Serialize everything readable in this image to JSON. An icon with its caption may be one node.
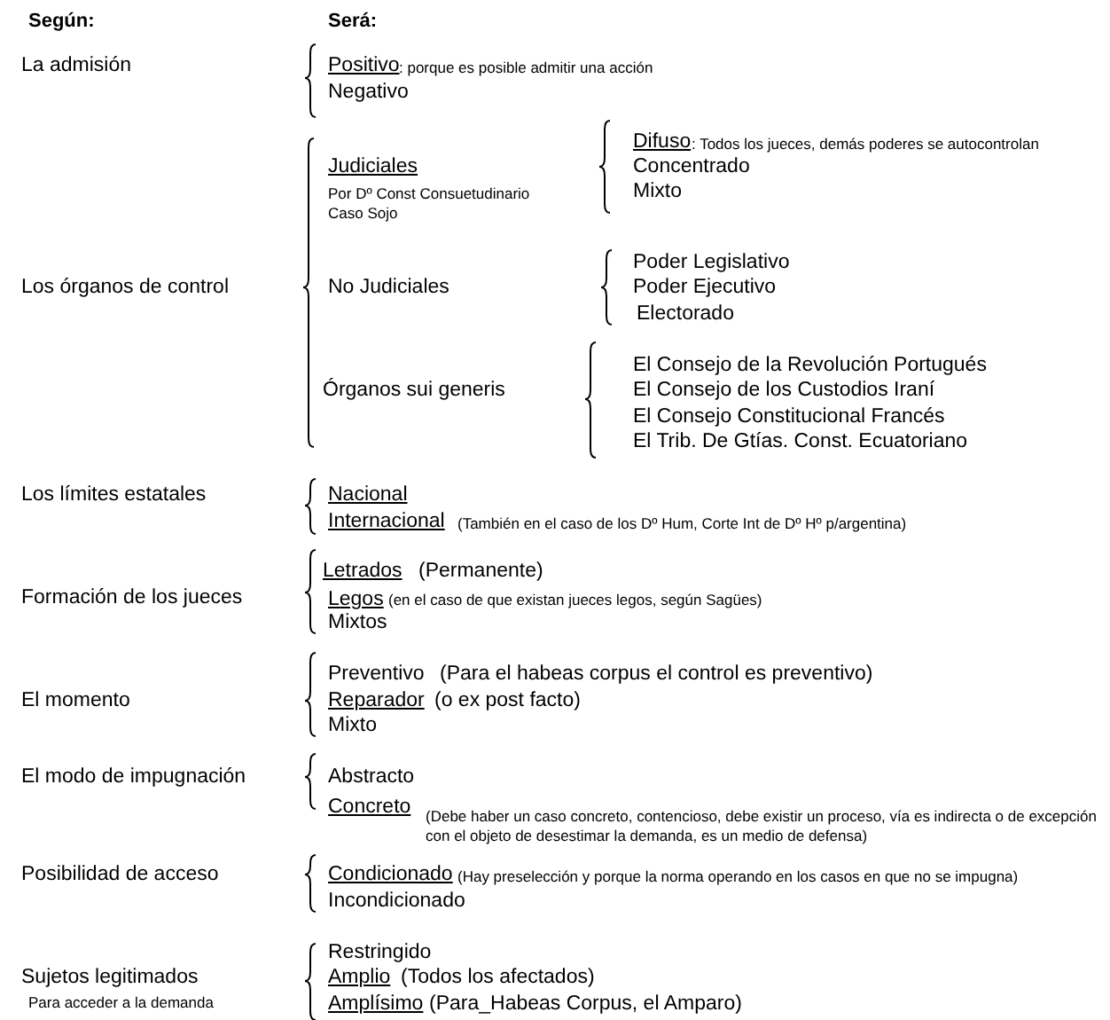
{
  "diagram": {
    "labels": [
      "Según:",
      "Será:",
      "La admisión",
      "Positivo",
      ": porque es posible admitir una acción",
      "Negativo",
      "Difuso",
      ": Todos los jueces, demás poderes se autocontrolan",
      "Judiciales",
      "Concentrado",
      "Por Dº Const Consuetudinario",
      "Mixto",
      "Caso Sojo",
      "Poder Legislativo",
      "Los órganos de control",
      "No Judiciales",
      "Poder Ejecutivo",
      "Electorado",
      "El Consejo de la Revolución Portugués",
      "Órganos sui generis",
      "El Consejo de los Custodios Iraní",
      "El Consejo Constitucional Francés",
      "El Trib. De Gtías. Const. Ecuatoriano",
      "Los límites estatales",
      "Nacional",
      "Internacional",
      "(También en el caso de los Dº Hum, Corte Int de Dº Hº p/argentina)",
      "Letrados",
      "(Permanente)",
      "Formación de los jueces",
      "Legos",
      "(en el caso de que existan jueces legos, según Sagües)",
      "Mixtos",
      "Preventivo",
      "(Para el habeas corpus el control es preventivo)",
      "El momento",
      "Reparador",
      "(o ex post facto)",
      "Mixto",
      "El modo de impugnación",
      "Abstracto",
      "Concreto",
      "(Debe haber un caso concreto, contencioso, debe existir un proceso, vía es indirecta o de excepción con el objeto de desestimar la demanda, es un medio de defensa)",
      "Posibilidad de acceso",
      "Condicionado",
      "(Hay preselección y porque la norma operando en los casos en que no se impugna)",
      "Incondicionado",
      "Restringido",
      "Sujetos legitimados",
      "Amplio",
      "(Todos los afectados)",
      "Para acceder a la demanda",
      "Amplísimo",
      "(Para_Habeas Corpus, el Amparo)"
    ]
  }
}
